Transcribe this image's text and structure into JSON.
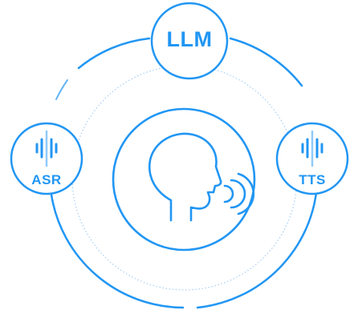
{
  "nodes": {
    "llm": {
      "label": "LLM"
    },
    "asr": {
      "label": "ASR"
    },
    "tts": {
      "label": "TTS"
    }
  },
  "icons": {
    "center": "speaking-head-icon",
    "asr": "sound-wave-icon",
    "tts": "sound-wave-icon"
  },
  "colors": {
    "primary": "#2196f3",
    "light": "#90caf9",
    "dotted": "#9ecbf5",
    "background": "#ffffff"
  }
}
